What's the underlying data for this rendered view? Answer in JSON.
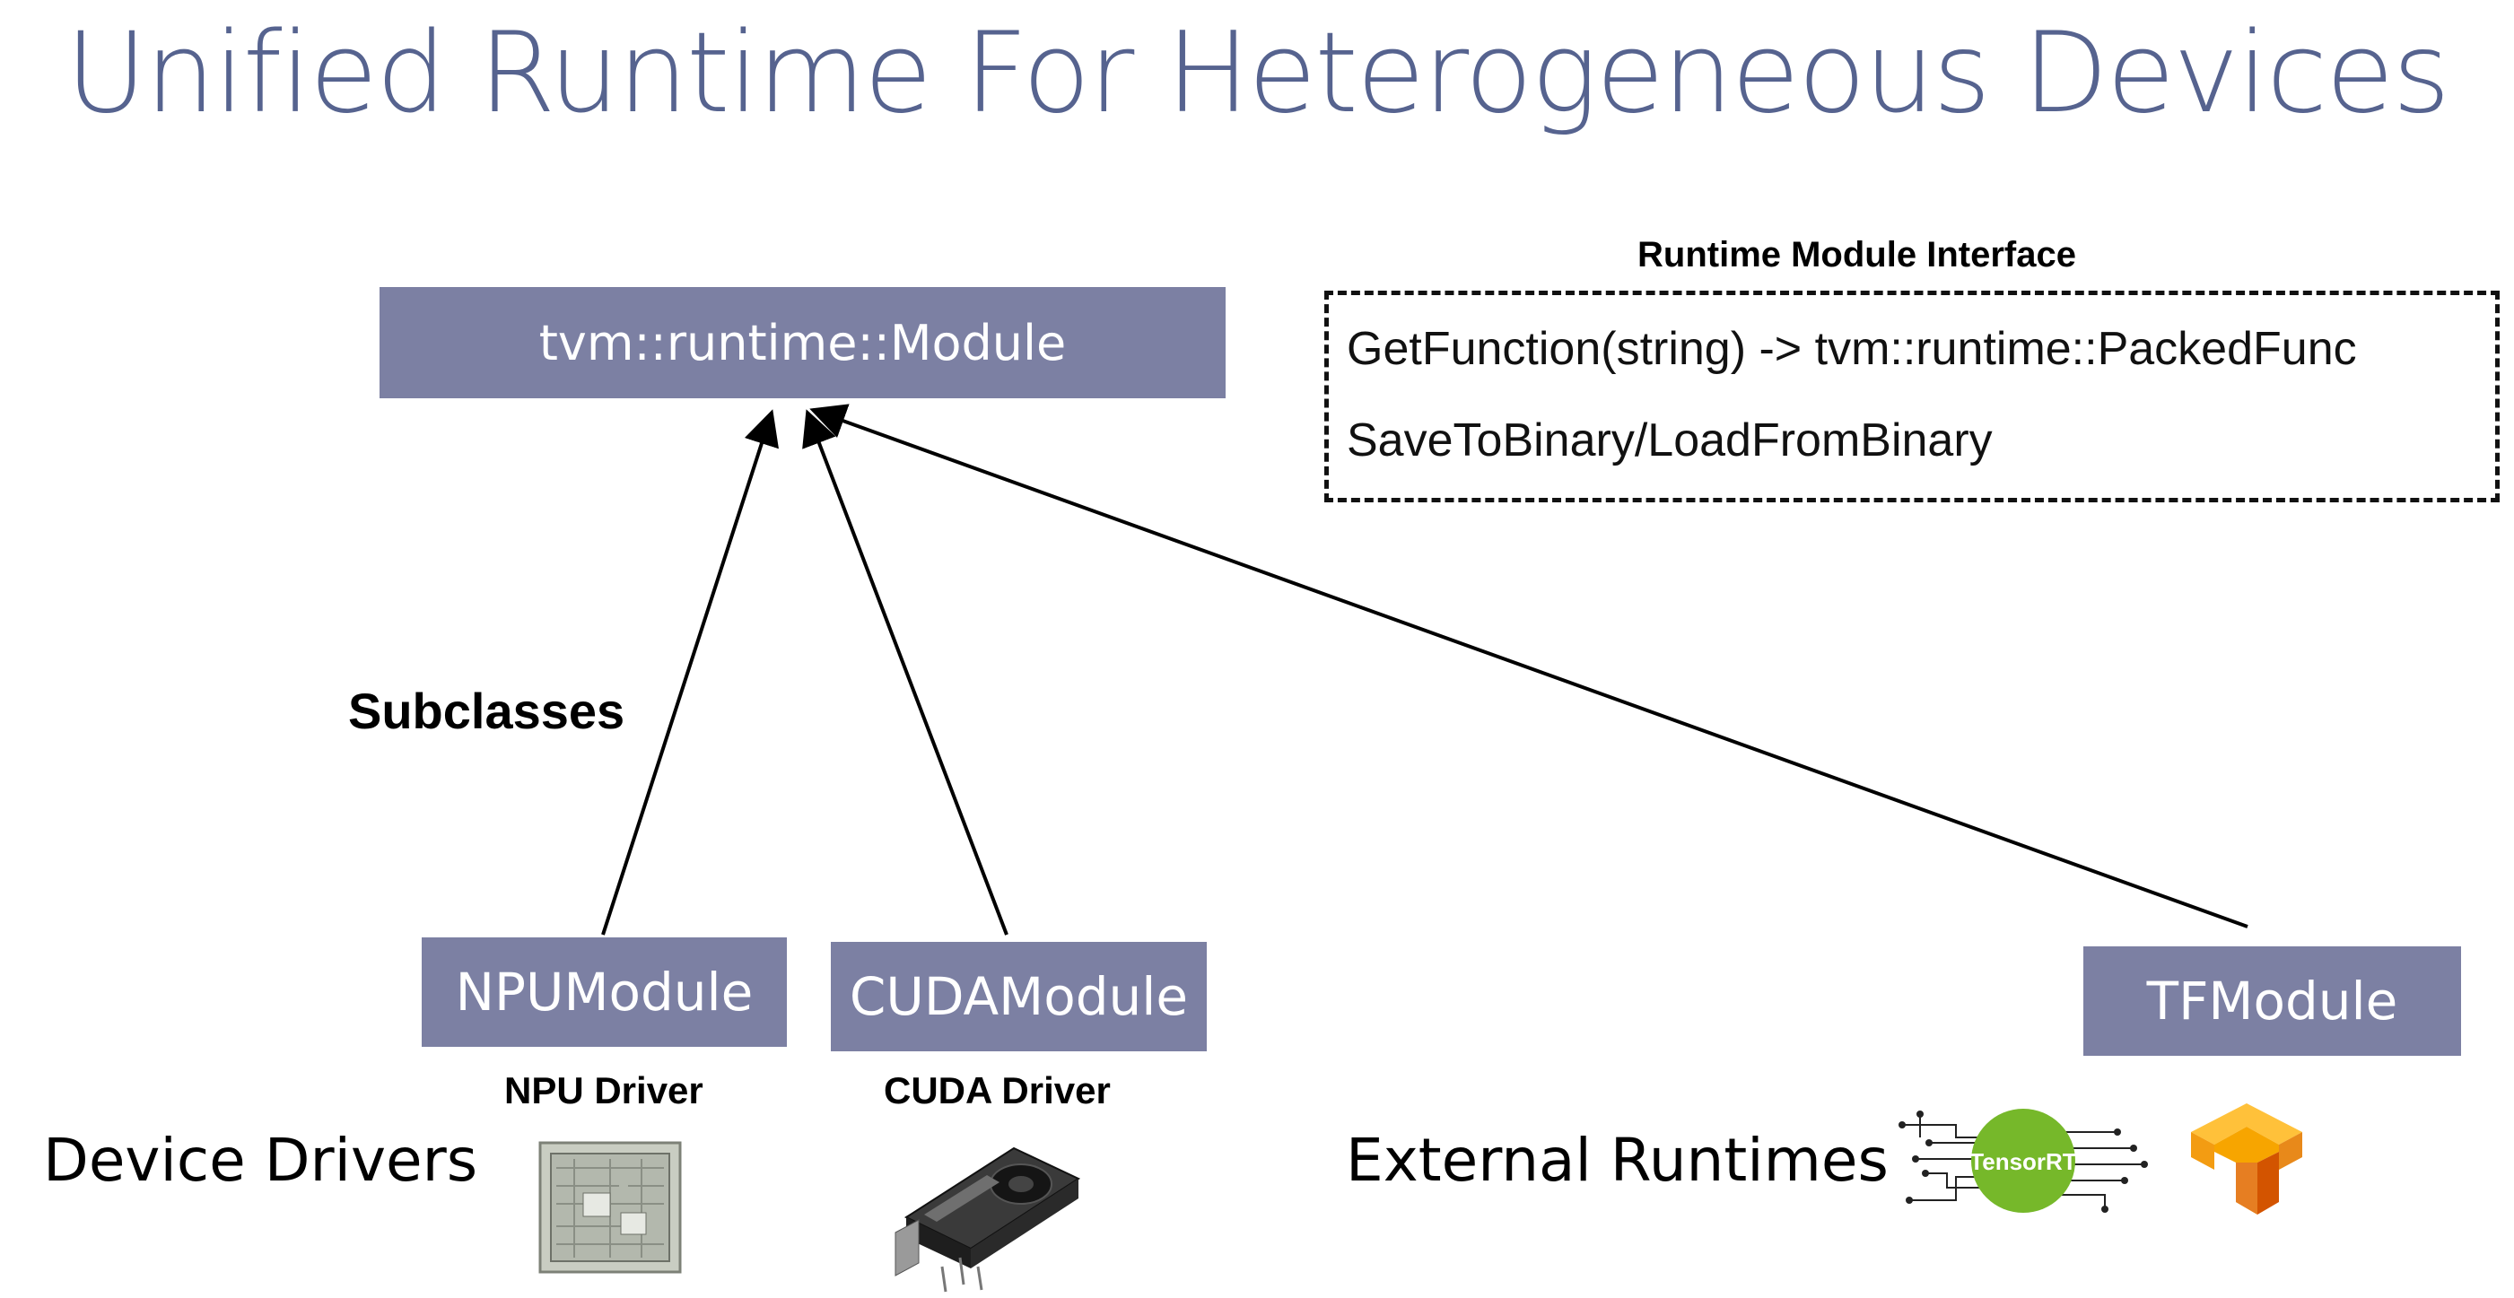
{
  "title": "Unified Runtime For Heterogeneous Devices",
  "base_module": "tvm::runtime::Module",
  "interface": {
    "title": "Runtime Module Interface",
    "lines": [
      "GetFunction(string) -> tvm::runtime::PackedFunc",
      "SaveToBinary/LoadFromBinary"
    ]
  },
  "subclasses_label": "Subclasses",
  "modules": {
    "npu": "NPUModule",
    "cuda": "CUDAModule",
    "tf": "TFModule"
  },
  "drivers": {
    "npu": "NPU Driver",
    "cuda": "CUDA Driver"
  },
  "sections": {
    "device_drivers": "Device Drivers",
    "external_runtimes": "External Runtimes"
  },
  "logos": {
    "tensorrt": "TensorRT",
    "tensorflow": "tensorflow-logo-icon"
  },
  "colors": {
    "title": "#56638f",
    "box": "#7c80a3",
    "tensorrt": "#76b82a",
    "tensorflow": "#f5a623"
  }
}
